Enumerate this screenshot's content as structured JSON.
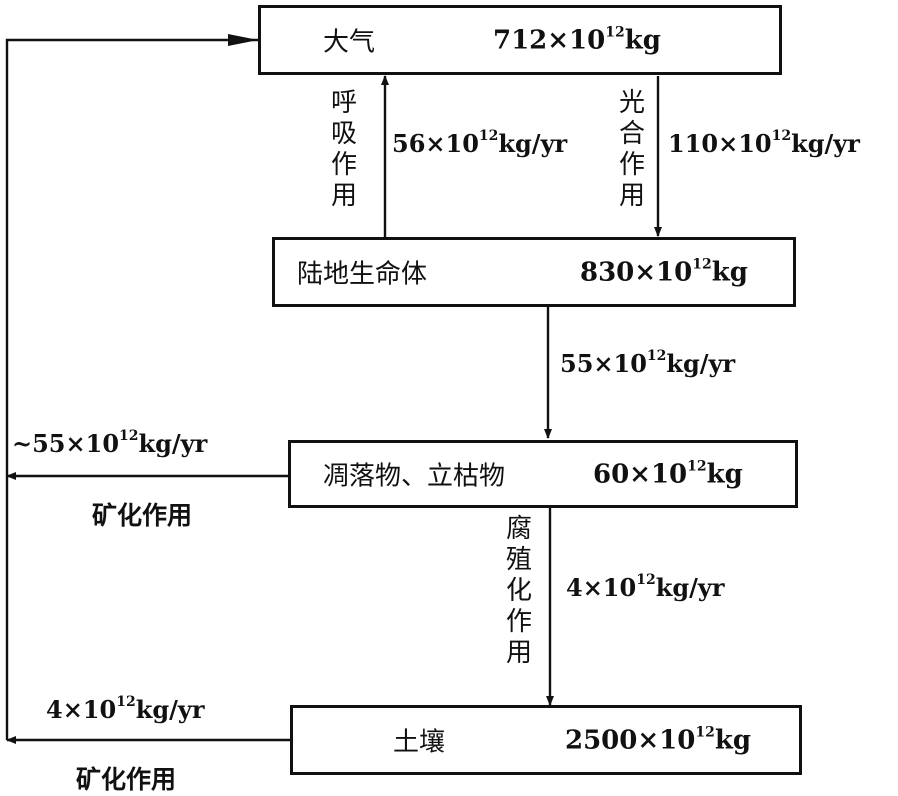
{
  "boxes": {
    "atmosphere": {
      "name": "大气",
      "value": "712×10",
      "exp": "12",
      "unit": "kg"
    },
    "biota": {
      "name": "陆地生命体",
      "value": "830×10",
      "exp": "12",
      "unit": "kg"
    },
    "litter": {
      "name": "凋落物、立枯物",
      "value": "60×10",
      "exp": "12",
      "unit": "kg"
    },
    "soil": {
      "name": "土壤",
      "value": "2500×10",
      "exp": "12",
      "unit": "kg"
    }
  },
  "flows": {
    "respiration": {
      "process": "呼吸作用",
      "value": "56×10",
      "exp": "12",
      "unit": "kg/yr"
    },
    "photosynthesis": {
      "process": "光合作用",
      "value": "110×10",
      "exp": "12",
      "unit": "kg/yr"
    },
    "biota_to_litter": {
      "value": "55×10",
      "exp": "12",
      "unit": "kg/yr"
    },
    "litter_mineralization": {
      "process": "矿化作用",
      "value": "~55×10",
      "exp": "12",
      "unit": "kg/yr"
    },
    "humification": {
      "process": "腐殖化作用",
      "value": "4×10",
      "exp": "12",
      "unit": "kg/yr"
    },
    "soil_mineralization": {
      "process": "矿化作用",
      "value": "4×10",
      "exp": "12",
      "unit": "kg/yr"
    }
  }
}
